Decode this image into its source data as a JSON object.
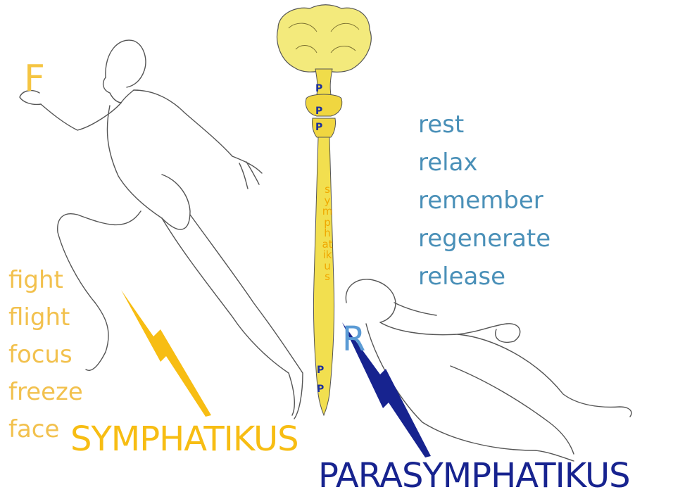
{
  "sympathetic": {
    "letter": "F",
    "words": [
      "fight",
      "flight",
      "focus",
      "freeze",
      "face"
    ],
    "label": "SYMPHATIKUS",
    "spine_text": "symphatikus",
    "color": "#f7bd13"
  },
  "parasympathetic": {
    "letter": "R",
    "words": [
      "rest",
      "relax",
      "remember",
      "regenerate",
      "release"
    ],
    "label": "PARASYMPHATIKUS",
    "color": "#17238f",
    "word_color": "#4a90b8"
  },
  "nerve_marks": [
    "P",
    "P",
    "P",
    "P",
    "P"
  ]
}
